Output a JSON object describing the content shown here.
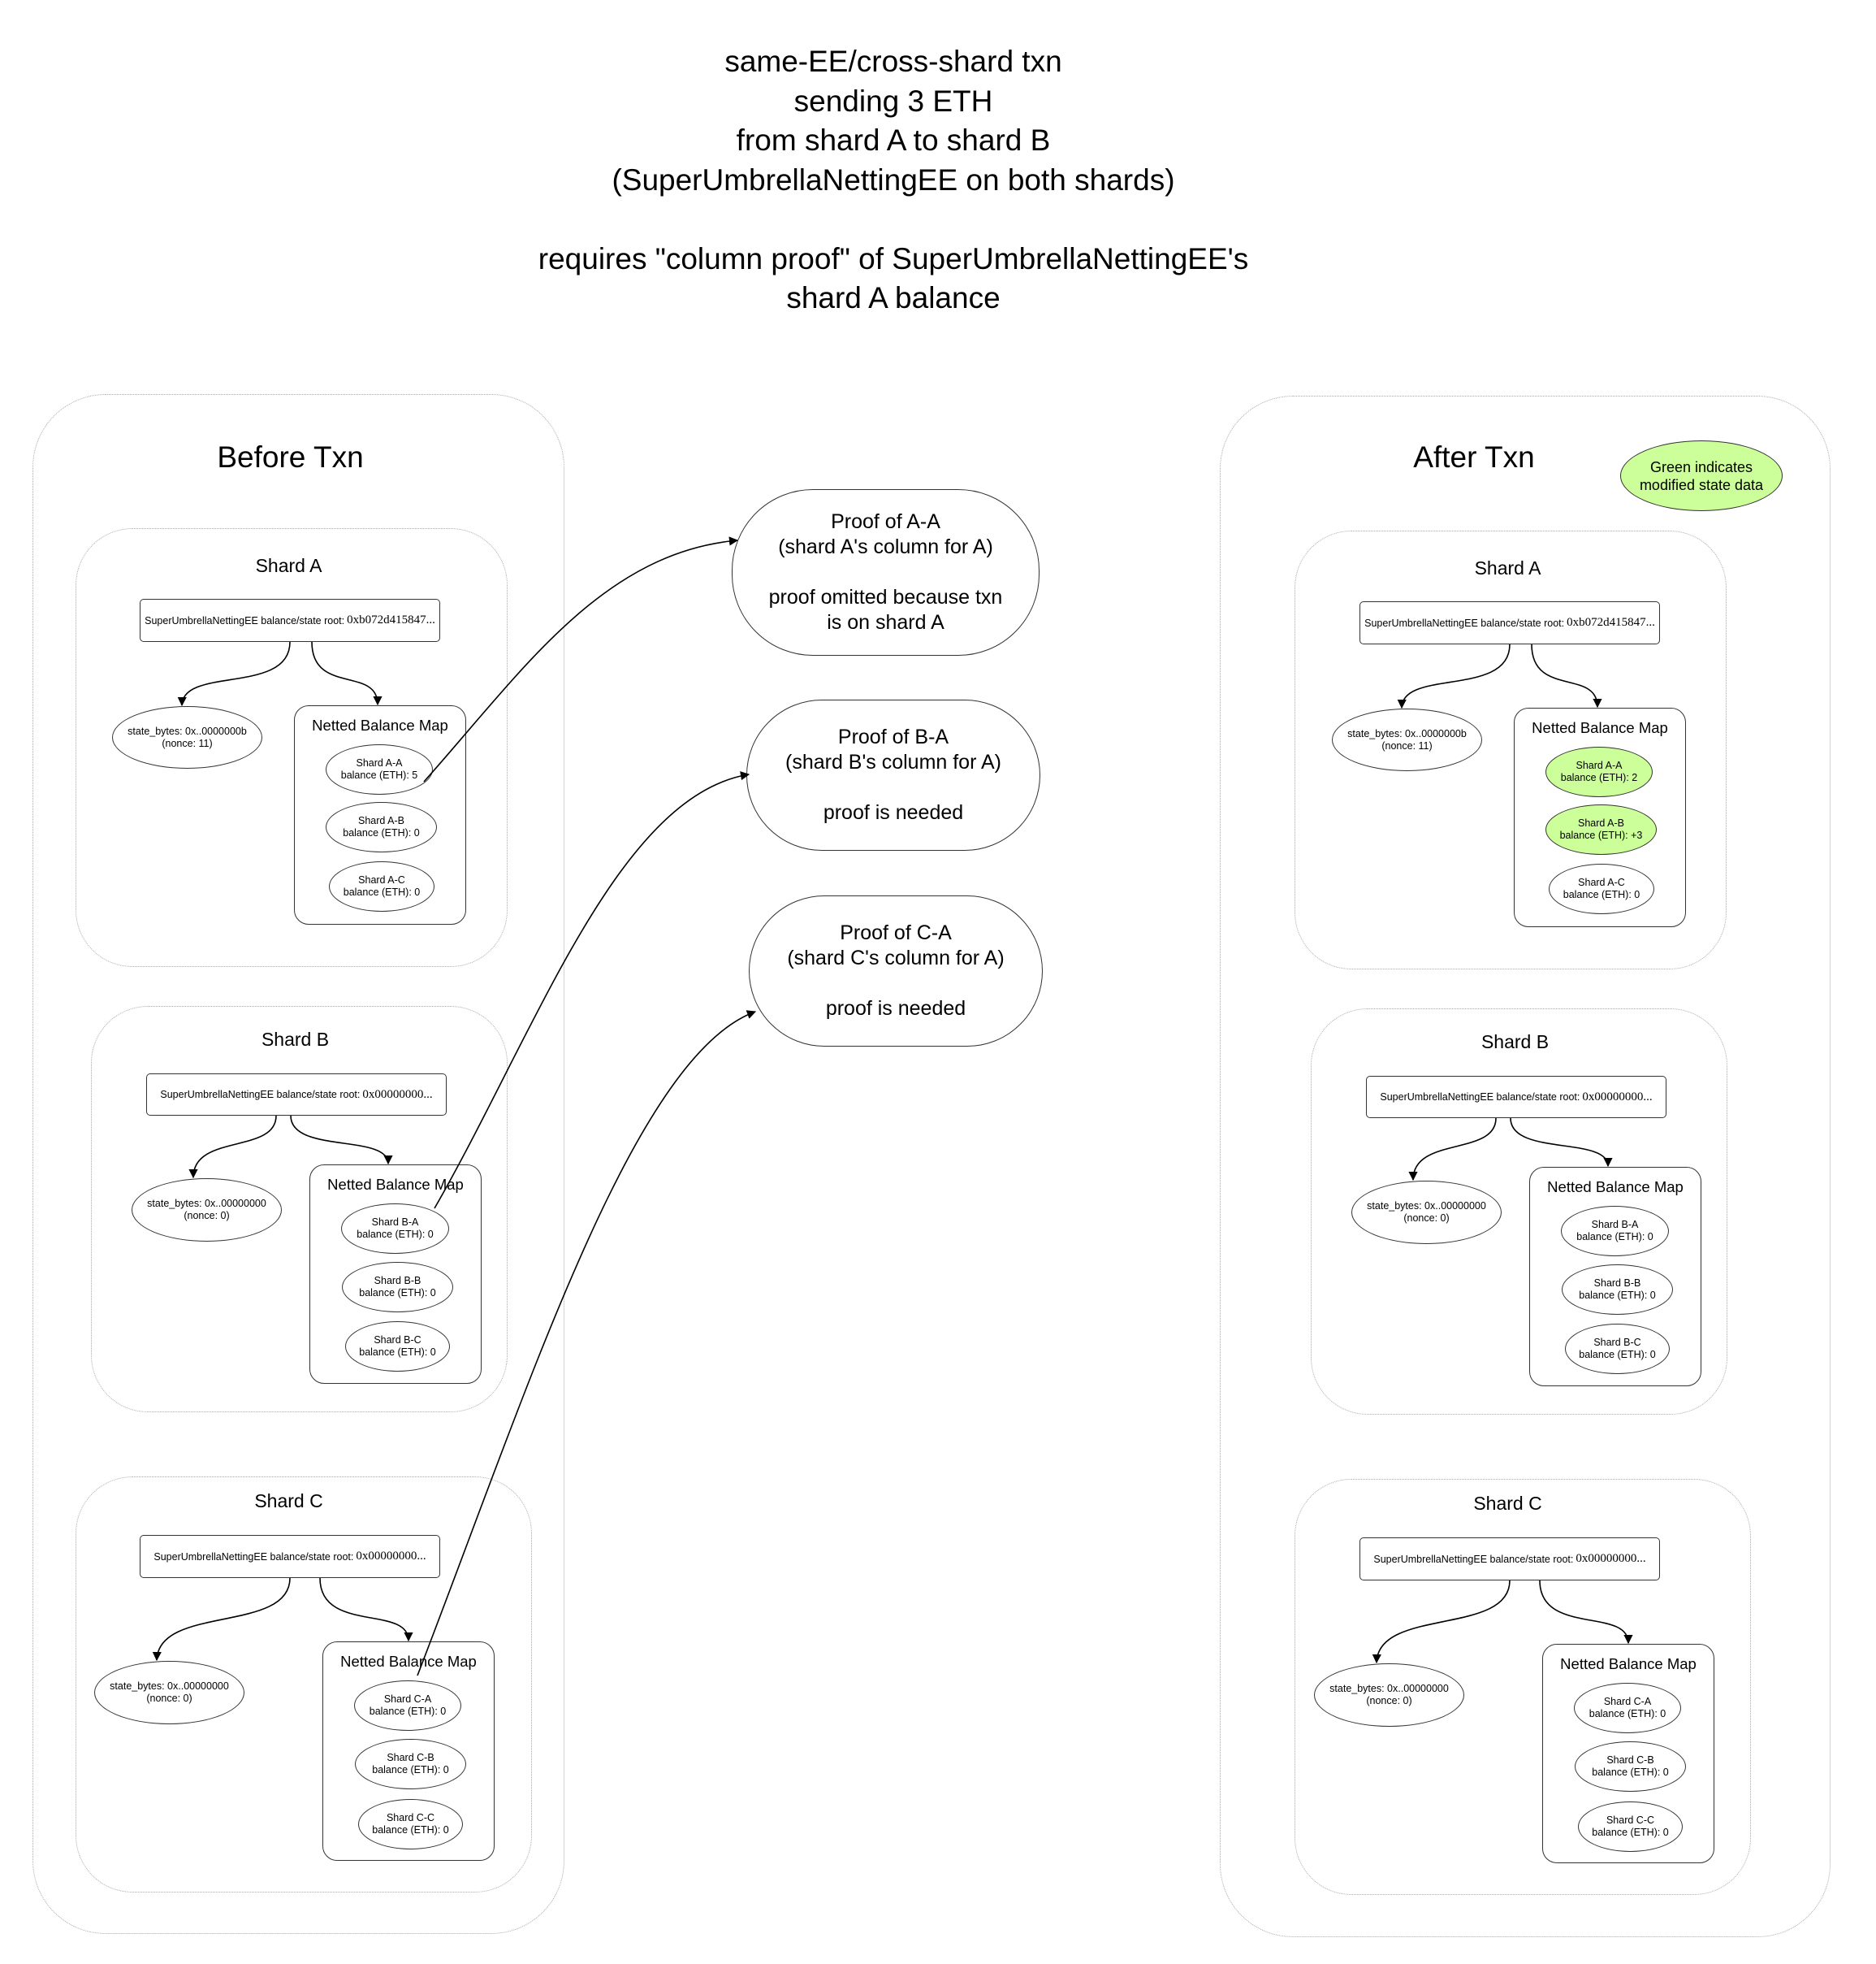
{
  "title_lines": [
    "same-EE/cross-shard txn",
    "sending 3 ETH",
    "from shard A to shard B",
    "(SuperUmbrellaNettingEE on both shards)",
    "",
    "requires \"column proof\" of SuperUmbrellaNettingEE's",
    "shard A balance"
  ],
  "before": {
    "title": "Before Txn",
    "shards": [
      {
        "title": "Shard A",
        "root_label": "SuperUmbrellaNettingEE balance/state root:",
        "root_hash": "0xb072d415847...",
        "state_line1": "state_bytes: 0x..0000000b",
        "state_line2": "(nonce: 11)",
        "map_title": "Netted Balance Map",
        "balances": [
          {
            "name": "Shard A-A",
            "value": "balance (ETH): 5"
          },
          {
            "name": "Shard A-B",
            "value": "balance (ETH): 0"
          },
          {
            "name": "Shard A-C",
            "value": "balance (ETH): 0"
          }
        ]
      },
      {
        "title": "Shard B",
        "root_label": "SuperUmbrellaNettingEE balance/state root:",
        "root_hash": "0x00000000...",
        "state_line1": "state_bytes: 0x..00000000",
        "state_line2": "(nonce: 0)",
        "map_title": "Netted Balance Map",
        "balances": [
          {
            "name": "Shard B-A",
            "value": "balance (ETH): 0"
          },
          {
            "name": "Shard B-B",
            "value": "balance (ETH): 0"
          },
          {
            "name": "Shard B-C",
            "value": "balance (ETH): 0"
          }
        ]
      },
      {
        "title": "Shard C",
        "root_label": "SuperUmbrellaNettingEE balance/state root:",
        "root_hash": "0x00000000...",
        "state_line1": "state_bytes: 0x..00000000",
        "state_line2": "(nonce: 0)",
        "map_title": "Netted Balance Map",
        "balances": [
          {
            "name": "Shard C-A",
            "value": "balance (ETH): 0"
          },
          {
            "name": "Shard C-B",
            "value": "balance (ETH): 0"
          },
          {
            "name": "Shard C-C",
            "value": "balance (ETH): 0"
          }
        ]
      }
    ]
  },
  "after": {
    "title": "After Txn",
    "legend_line1": "Green indicates",
    "legend_line2": "modified state data",
    "legend_color": "#ccff99",
    "shards": [
      {
        "title": "Shard A",
        "root_label": "SuperUmbrellaNettingEE balance/state root:",
        "root_hash": "0xb072d415847...",
        "state_line1": "state_bytes: 0x..0000000b",
        "state_line2": "(nonce: 11)",
        "map_title": "Netted Balance Map",
        "balances": [
          {
            "name": "Shard A-A",
            "value": "balance (ETH): 2",
            "modified": true
          },
          {
            "name": "Shard A-B",
            "value": "balance (ETH): +3",
            "modified": true
          },
          {
            "name": "Shard A-C",
            "value": "balance (ETH): 0"
          }
        ]
      },
      {
        "title": "Shard B",
        "root_label": "SuperUmbrellaNettingEE balance/state root:",
        "root_hash": "0x00000000...",
        "state_line1": "state_bytes: 0x..00000000",
        "state_line2": "(nonce: 0)",
        "map_title": "Netted Balance Map",
        "balances": [
          {
            "name": "Shard B-A",
            "value": "balance (ETH): 0"
          },
          {
            "name": "Shard B-B",
            "value": "balance (ETH): 0"
          },
          {
            "name": "Shard B-C",
            "value": "balance (ETH): 0"
          }
        ]
      },
      {
        "title": "Shard C",
        "root_label": "SuperUmbrellaNettingEE balance/state root:",
        "root_hash": "0x00000000...",
        "state_line1": "state_bytes: 0x..00000000",
        "state_line2": "(nonce: 0)",
        "map_title": "Netted Balance Map",
        "balances": [
          {
            "name": "Shard C-A",
            "value": "balance (ETH): 0"
          },
          {
            "name": "Shard C-B",
            "value": "balance (ETH): 0"
          },
          {
            "name": "Shard C-C",
            "value": "balance (ETH): 0"
          }
        ]
      }
    ]
  },
  "proofs": [
    {
      "lines": [
        "Proof of A-A",
        "(shard A's column for A)",
        "",
        "proof omitted because txn",
        "is on shard A"
      ]
    },
    {
      "lines": [
        "Proof of B-A",
        "(shard B's column for A)",
        "",
        "proof is needed"
      ]
    },
    {
      "lines": [
        "Proof of C-A",
        "(shard C's column for A)",
        "",
        "proof is needed"
      ]
    }
  ]
}
